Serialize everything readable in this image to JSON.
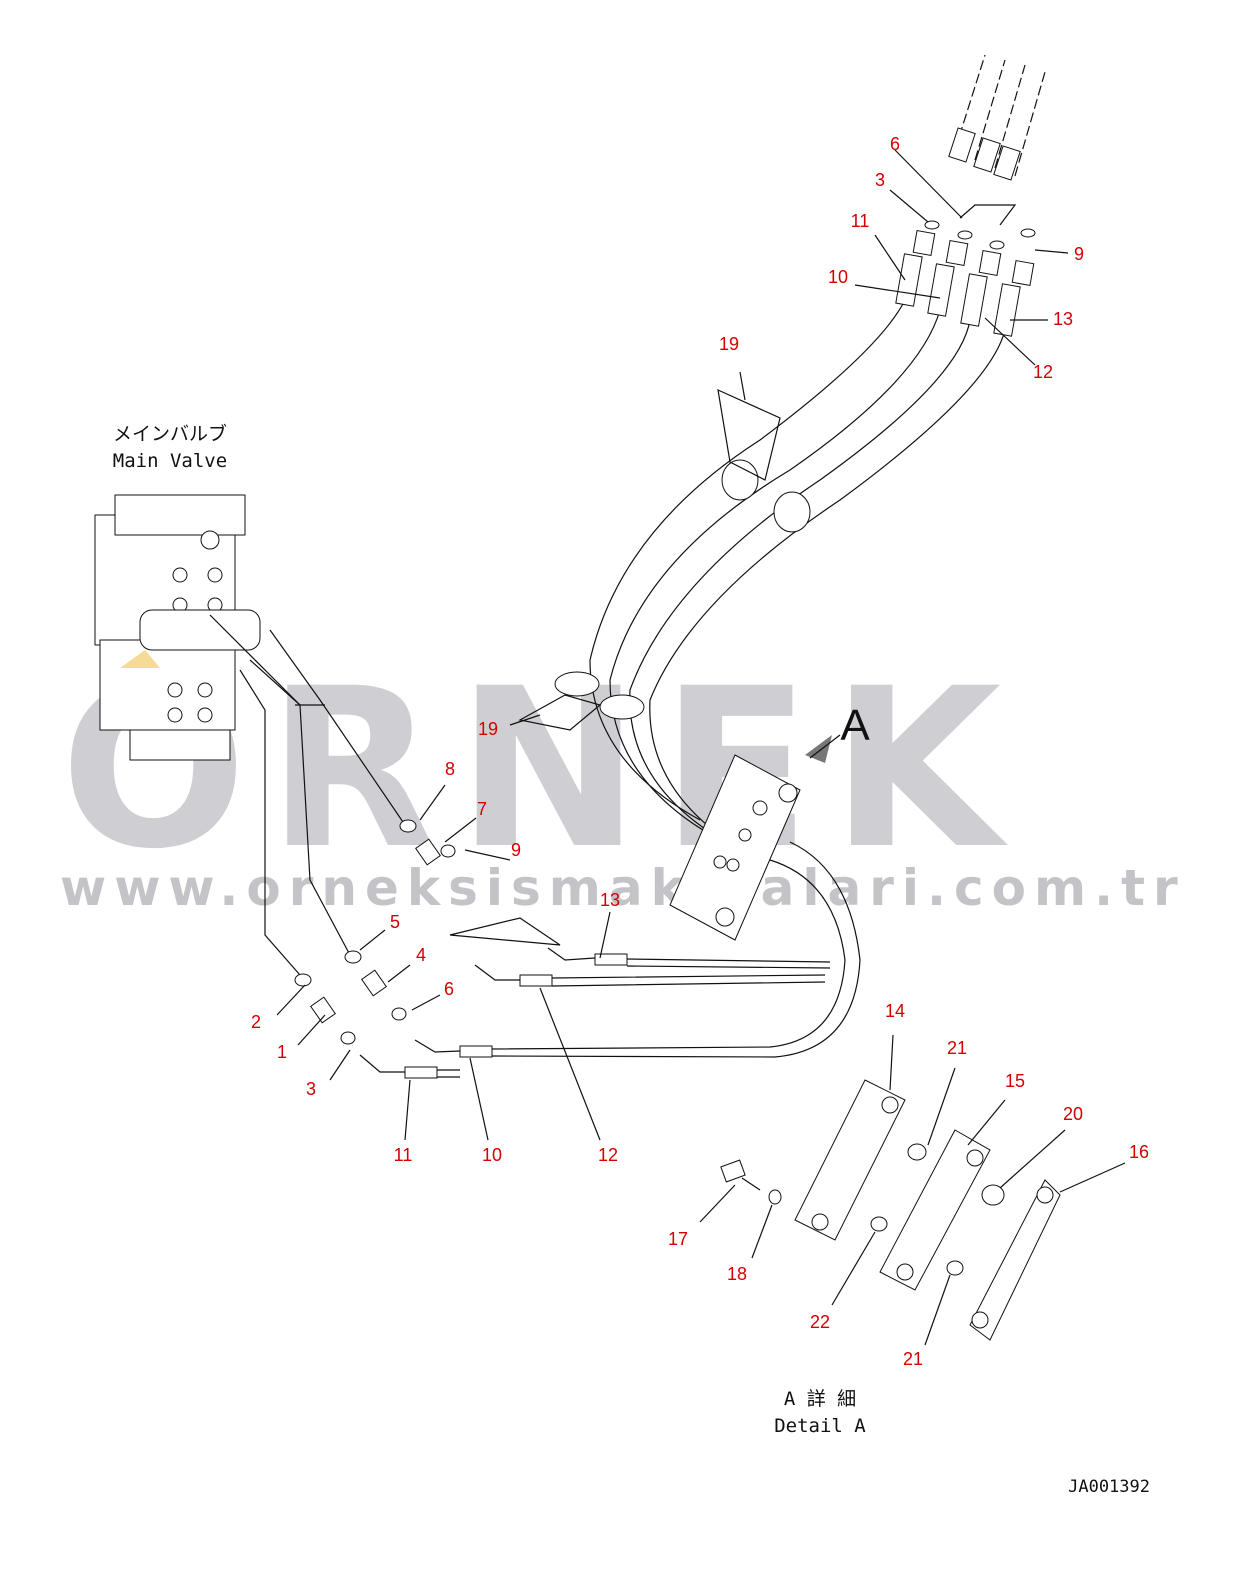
{
  "main_valve": {
    "label_jp": "メインバルブ",
    "label_en": "Main Valve"
  },
  "view_marker": "A",
  "detail": {
    "label_jp": "A 詳 細",
    "label_en": "Detail A"
  },
  "drawing_code": "JA001392",
  "watermark": {
    "brand": "ORNEK",
    "url": "www.orneksismakinalari.com.tr"
  },
  "callouts": [
    {
      "label": "1"
    },
    {
      "label": "2"
    },
    {
      "label": "3"
    },
    {
      "label": "4"
    },
    {
      "label": "5"
    },
    {
      "label": "6"
    },
    {
      "label": "7"
    },
    {
      "label": "8"
    },
    {
      "label": "9"
    },
    {
      "label": "10"
    },
    {
      "label": "11"
    },
    {
      "label": "12"
    },
    {
      "label": "13"
    },
    {
      "label": "19"
    },
    {
      "label": "19"
    },
    {
      "label": "6"
    },
    {
      "label": "3"
    },
    {
      "label": "11"
    },
    {
      "label": "10"
    },
    {
      "label": "9"
    },
    {
      "label": "13"
    },
    {
      "label": "12"
    },
    {
      "label": "14"
    },
    {
      "label": "21"
    },
    {
      "label": "15"
    },
    {
      "label": "20"
    },
    {
      "label": "16"
    },
    {
      "label": "17"
    },
    {
      "label": "18"
    },
    {
      "label": "22"
    },
    {
      "label": "21"
    }
  ],
  "colors": {
    "callout": "#d40000",
    "line": "#111111",
    "watermark": "#cfcfd3"
  }
}
